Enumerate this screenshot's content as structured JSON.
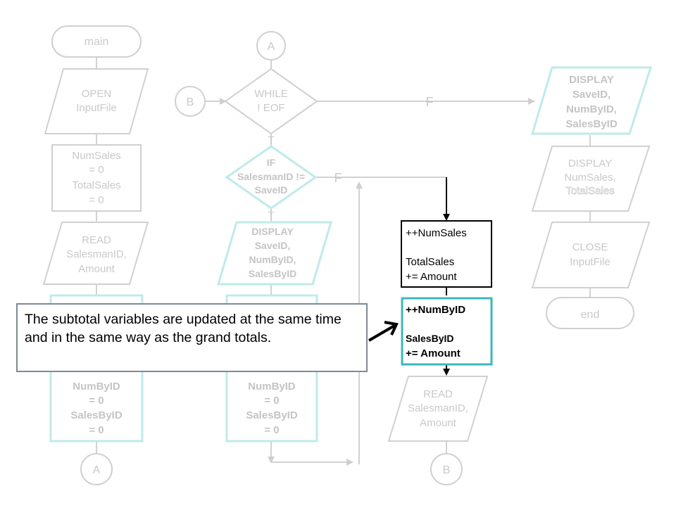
{
  "nodes": {
    "main": "main",
    "open": [
      "OPEN",
      "InputFile"
    ],
    "init_totals": [
      "NumSales",
      "= 0",
      "TotalSales",
      "= 0"
    ],
    "read1": [
      "READ",
      "SalesmanID,",
      "Amount"
    ],
    "init_sub1": [
      "NumByID",
      "= 0",
      "SalesByID",
      "= 0"
    ],
    "conn_a_bottom": "A",
    "conn_a_top": "A",
    "conn_b_left": "B",
    "while": [
      "WHILE",
      "! EOF"
    ],
    "while_true": "T",
    "while_false": "F",
    "if": [
      "IF",
      "SalesmanID !=",
      "SaveID"
    ],
    "if_true": "T",
    "if_false": "F",
    "display_mid": [
      "DISPLAY",
      "SaveID,",
      "NumByID,",
      "SalesByID"
    ],
    "init_sub2": [
      "NumByID",
      "= 0",
      "SalesByID",
      "= 0"
    ],
    "update_totals": [
      "++NumSales",
      "TotalSales",
      "+= Amount"
    ],
    "update_sub": [
      "++NumByID",
      "SalesByID",
      "+= Amount"
    ],
    "read2": [
      "READ",
      "SalesmanID,",
      "Amount"
    ],
    "conn_b_bottom": "B",
    "display_final": [
      "DISPLAY",
      "SaveID,",
      "NumByID,",
      "SalesByID"
    ],
    "display_totals": [
      "DISPLAY",
      "NumSales,",
      "TotalSales"
    ],
    "close": [
      "CLOSE",
      "InputFile"
    ],
    "end": "end"
  },
  "callout": {
    "text": "The subtotal variables are updated at the same time and in the same way as the grand totals."
  },
  "colors": {
    "faded_gray": "#cfcfcf",
    "faded_cyan": "#bfeaea",
    "highlight_teal": "#3bb7bb",
    "callout_border": "#7f8a92"
  }
}
